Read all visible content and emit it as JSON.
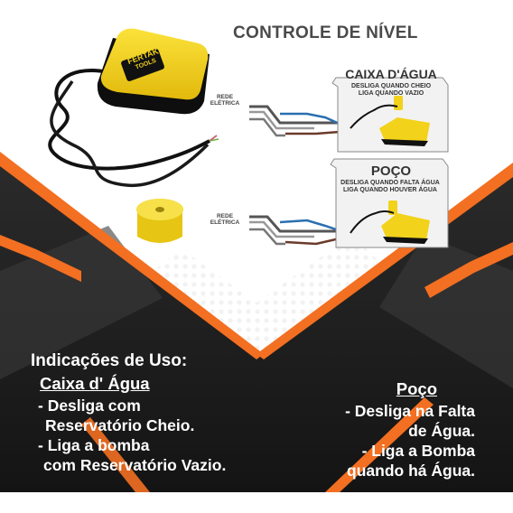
{
  "title": "CONTROLE DE NÍVEL",
  "logo_text": [
    "FERTAK",
    "TOOLS"
  ],
  "panel_caixa": {
    "title": "CAIXA D'ÁGUA",
    "line1": "DESLIGA QUANDO CHEIO",
    "line2": "LIGA QUANDO VAZIO",
    "rede_line1": "REDE",
    "rede_line2": "ELÉTRICA"
  },
  "panel_poco": {
    "title": "POÇO",
    "line1": "DESLIGA QUANDO FALTA ÁGUA",
    "line2": "LIGA QUANDO HOUVER ÁGUA",
    "rede_line1": "REDE",
    "rede_line2": "ELÉTRICA"
  },
  "usage": {
    "heading": "Indicações de Uso:",
    "caixa_title": "Caixa d' Água",
    "caixa_lines": [
      " - Desliga com",
      "Reservatório Cheio.",
      " - Liga a bomba",
      "com Reservatório Vazio."
    ],
    "poco_title": "Poço",
    "poco_lines": [
      "- Desliga na Falta",
      "de Água.",
      "- Liga a Bomba",
      "quando há Água."
    ]
  },
  "colors": {
    "accent_orange": "#f36f21",
    "dark_background": "#1c1c1c",
    "product_yellow": "#f2d21b",
    "wire_blue": "#2a6fb0",
    "wire_brown": "#6b3a2a",
    "wire_gray": "#555555"
  }
}
